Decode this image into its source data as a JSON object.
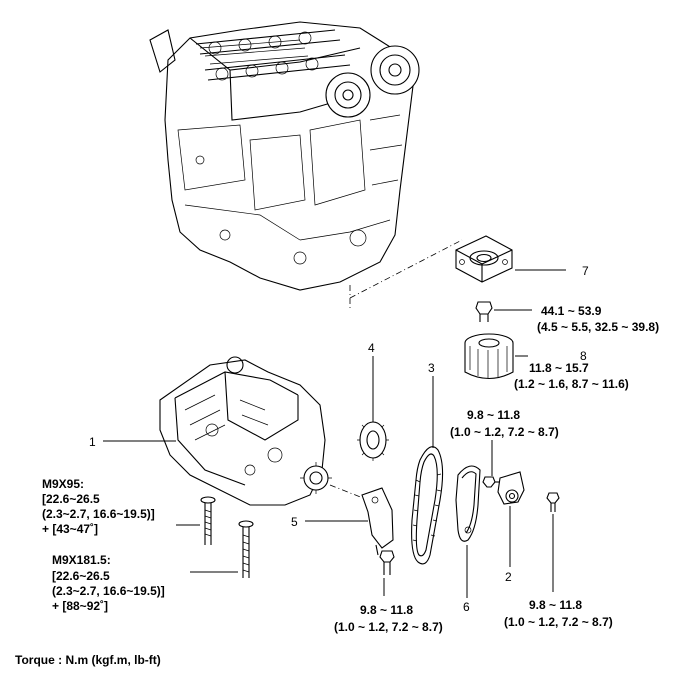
{
  "callouts": [
    {
      "id": "1",
      "label": "1"
    },
    {
      "id": "2",
      "label": "2"
    },
    {
      "id": "3",
      "label": "3"
    },
    {
      "id": "4",
      "label": "4"
    },
    {
      "id": "5",
      "label": "5"
    },
    {
      "id": "6",
      "label": "6"
    },
    {
      "id": "7",
      "label": "7"
    },
    {
      "id": "8",
      "label": "8"
    }
  ],
  "torque_specs": {
    "oil_filter_fitting": {
      "line1": "44.1 ~ 53.9",
      "line2": "(4.5 ~ 5.5, 32.5 ~ 39.8)"
    },
    "oil_filter": {
      "line1": "11.8 ~ 15.7",
      "line2": "(1.2 ~ 1.6, 8.7 ~ 11.6)"
    },
    "tensioner_upper": {
      "line1": "9.8 ~ 11.8",
      "line2": "(1.0 ~ 1.2, 7.2 ~ 8.7)"
    },
    "tensioner_lower": {
      "line1": "9.8 ~ 11.8",
      "line2": "(1.0 ~ 1.2, 7.2 ~ 8.7)"
    },
    "guide_bolt": {
      "line1": "9.8 ~ 11.8",
      "line2": "(1.0 ~ 1.2, 7.2 ~ 8.7)"
    },
    "bolt_m9x95": {
      "size": "M9X95:",
      "line1": "[22.6~26.5",
      "line2": "(2.3~2.7, 16.6~19.5)]",
      "line3": "+ [43~47˚]"
    },
    "bolt_m9x181": {
      "size": "M9X181.5:",
      "line1": "[22.6~26.5",
      "line2": "(2.3~2.7, 16.6~19.5)]",
      "line3": "+ [88~92˚]"
    }
  },
  "footer": {
    "torque_unit": "Torque : N.m (kgf.m, lb-ft)"
  }
}
